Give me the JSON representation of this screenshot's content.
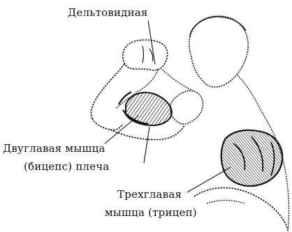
{
  "labels": {
    "deltoid": "Дельтовидная",
    "biceps_line1": "Двуглавая мышца",
    "biceps_line2": "(бицепс) плеча",
    "triceps_line1": "Трехглавая",
    "triceps_line2": "мышца (трицеп)"
  },
  "colors": {
    "ink": "#111111",
    "background": "#ffffff"
  }
}
